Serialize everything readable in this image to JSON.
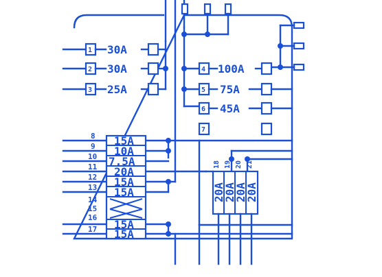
{
  "colors": {
    "ink": "#1a4fd8",
    "paper": "#ffffff"
  },
  "top_fuses": [
    {
      "slot": "1",
      "rating": "30A"
    },
    {
      "slot": "2",
      "rating": "30A"
    },
    {
      "slot": "3",
      "rating": "25A"
    }
  ],
  "right_fuses": [
    {
      "slot": "4",
      "rating": "100A"
    },
    {
      "slot": "5",
      "rating": "75A"
    },
    {
      "slot": "6",
      "rating": "45A"
    }
  ],
  "slot7": "7",
  "lower_left_fuses": [
    {
      "num": "8",
      "rating": "15A"
    },
    {
      "num": "9",
      "rating": "10A"
    },
    {
      "num": "10",
      "rating": "7.5A"
    },
    {
      "num": "11",
      "rating": "20A"
    },
    {
      "num": "12",
      "rating": "15A"
    },
    {
      "num": "13",
      "rating": "15A"
    },
    {
      "num": "14",
      "rating": ""
    },
    {
      "num": "15",
      "rating": ""
    },
    {
      "num": "16",
      "rating": ""
    },
    {
      "num": "17",
      "rating": "15A"
    },
    {
      "num": "",
      "rating": "15A"
    }
  ],
  "vertical_fuses": [
    {
      "num": "18",
      "rating": "20A"
    },
    {
      "num": "19",
      "rating": "20A"
    },
    {
      "num": "20",
      "rating": "20A"
    },
    {
      "num": "21",
      "rating": "20A"
    }
  ]
}
